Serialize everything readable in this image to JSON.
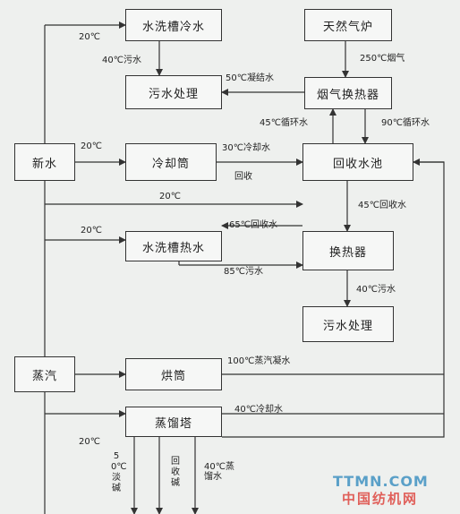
{
  "boxes": {
    "wash_cold": "水洗槽冷水",
    "gas_furnace": "天然气炉",
    "sewage1": "污水处理",
    "heat_exch_gas": "烟气换热器",
    "fresh_water": "新水",
    "cooling_drum": "冷却筒",
    "recovery_pool": "回收水池",
    "wash_hot": "水洗槽热水",
    "heat_exchanger": "换热器",
    "sewage2": "污水处理",
    "steam": "蒸汽",
    "dryer": "烘筒",
    "distill_tower": "蒸馏塔"
  },
  "labels": {
    "t20_top": "20℃",
    "t40_sewage": "40℃污水",
    "t250_flue": "250℃烟气",
    "t50_condensate": "50℃凝结水",
    "t45_circ": "45℃循环水",
    "t90_circ": "90℃循环水",
    "t20_fresh": "20℃",
    "t30_cool": "30℃冷却水",
    "recover": "回收",
    "t20_mid": "20℃",
    "t45_recovered": "45℃回收水",
    "t65_recovered": "65℃回收水",
    "t20_hot": "20℃",
    "t85_sewage": "85℃污水",
    "t40_sewage2": "40℃污水",
    "t100_steam_cond": "100℃蒸汽凝水",
    "t40_cool": "40℃冷却水",
    "t20_bottom": "20℃",
    "t50_lye": "50℃淡碱",
    "recover_lye": "回收碱",
    "t40_distill": "40℃蒸馏水"
  },
  "watermark": {
    "line1": "TTMN.COM",
    "line2": "中国纺机网"
  }
}
